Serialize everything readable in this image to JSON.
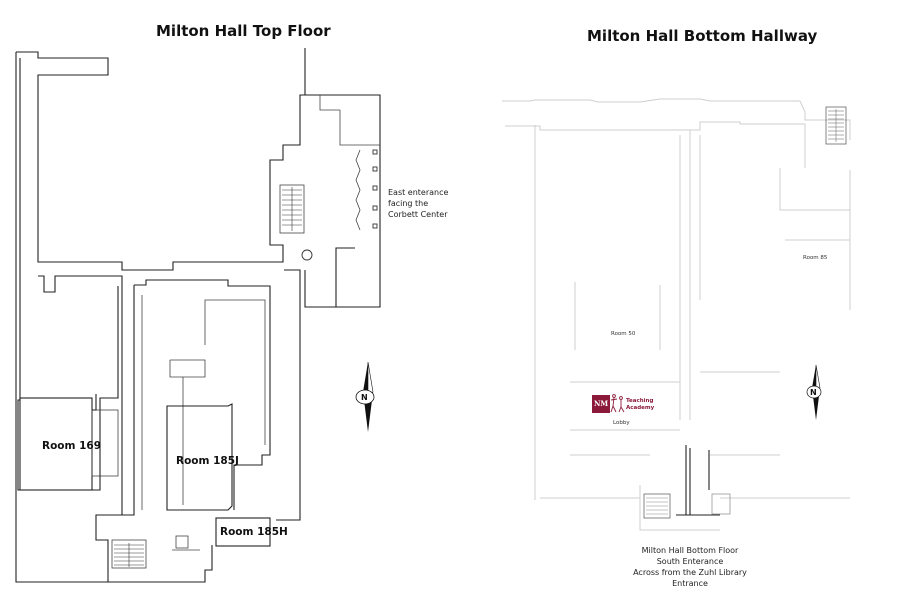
{
  "top_floor": {
    "title": "Milton Hall Top Floor",
    "rooms": [
      "Room 169",
      "Room 185J",
      "Room 185H"
    ],
    "entrance_note": [
      "East enterance",
      "facing the",
      "Corbett Center"
    ],
    "north_label": "N"
  },
  "bottom_hallway": {
    "title": "Milton Hall Bottom Hallway",
    "rooms": [
      "Room 85",
      "Room 50"
    ],
    "lobby_label": "Lobby",
    "logo": {
      "mark": "NM",
      "line1": "Teaching",
      "line2": "Academy",
      "color": "#8b1a3a"
    },
    "entrance_note": [
      "Milton Hall Bottom Floor",
      "South Enterance",
      "Across from the Zuhl Library",
      "Entrance"
    ],
    "north_label": "N"
  }
}
